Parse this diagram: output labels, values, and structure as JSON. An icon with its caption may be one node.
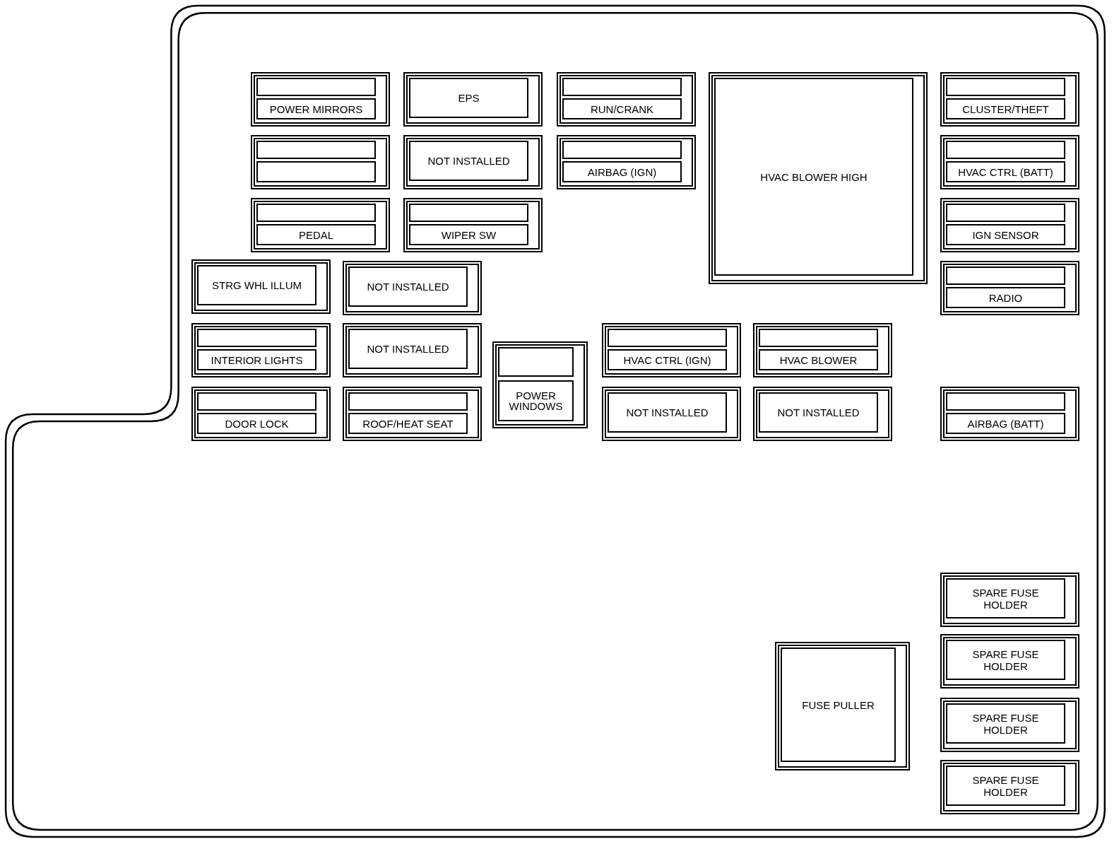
{
  "diagram": {
    "nodes": [
      {
        "text": [
          "POWER MIRRORS"
        ]
      },
      {
        "text": [
          "EPS"
        ]
      },
      {
        "text": [
          "RUN/CRANK"
        ]
      },
      {
        "text": [
          "HVAC BLOWER HIGH"
        ]
      },
      {
        "text": [
          "CLUSTER/THEFT"
        ]
      },
      {
        "text": [],
        "shape": "box"
      },
      {
        "text": [
          "NOT INSTALLED"
        ]
      },
      {
        "text": [
          "AIRBAG (IGN)"
        ]
      },
      {
        "text": [
          "HVAC CTRL (BATT)"
        ]
      },
      {
        "text": [
          "PEDAL"
        ]
      },
      {
        "text": [
          "WIPER SW"
        ]
      },
      {
        "text": [
          "IGN SENSOR"
        ]
      },
      {
        "text": [
          "STRG WHL ILLUM"
        ]
      },
      {
        "text": [
          "NOT INSTALLED"
        ]
      },
      {
        "text": [
          "RADIO"
        ]
      },
      {
        "text": [
          "INTERIOR LIGHTS"
        ]
      },
      {
        "text": [
          "NOT INSTALLED"
        ]
      },
      {
        "text": [
          "POWER WINDOWS"
        ]
      },
      {
        "text": [
          "HVAC CTRL (IGN)"
        ]
      },
      {
        "text": [
          "HVAC BLOWER"
        ]
      },
      {
        "text": [
          "DOOR LOCK"
        ]
      },
      {
        "text": [
          "ROOF/HEAT SEAT"
        ]
      },
      {
        "text": [
          "NOT INSTALLED"
        ]
      },
      {
        "text": [
          "NOT INSTALLED"
        ]
      },
      {
        "text": [
          "AIRBAG (BATT)"
        ]
      },
      {
        "text": [
          "SPARE FUSE HOLDER"
        ]
      },
      {
        "text": [
          "SPARE FUSE HOLDER"
        ]
      },
      {
        "text": [
          "FUSE PULLER"
        ]
      },
      {
        "text": [
          "SPARE FUSE HOLDER"
        ]
      },
      {
        "text": [
          "SPARE FUSE HOLDER"
        ]
      }
    ]
  }
}
